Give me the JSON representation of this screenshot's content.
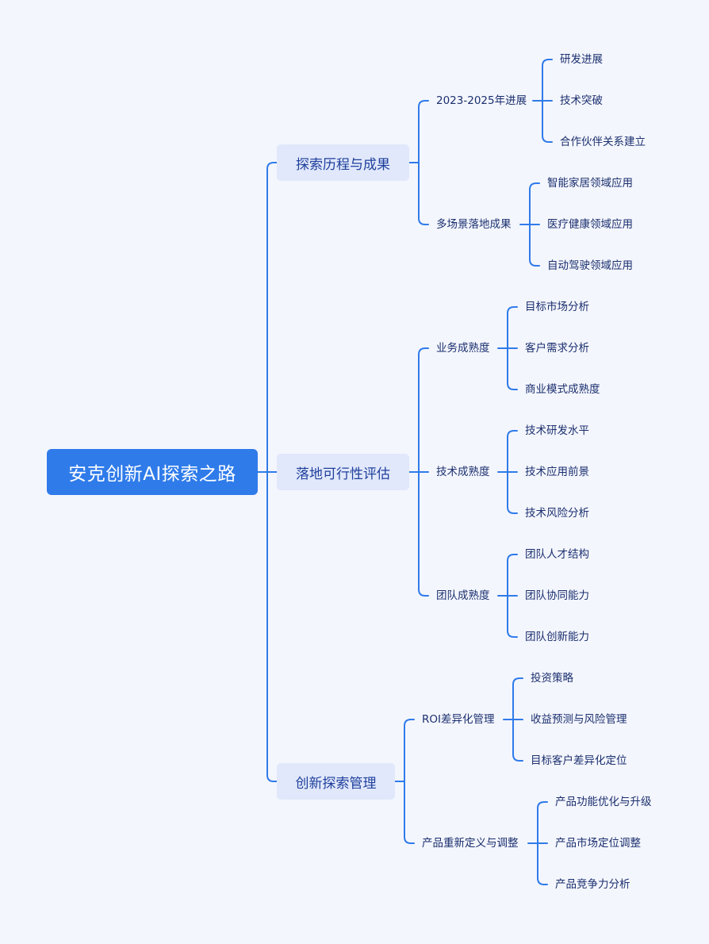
{
  "colors": {
    "background": "#f4f6fd",
    "root_fill": "#2f7bea",
    "branch_fill": "#e1e8fb",
    "connector": "#2f7bea"
  },
  "root": {
    "label": "安克创新AI探索之路"
  },
  "branches": [
    {
      "label": "探索历程与成果",
      "children": [
        {
          "label": "2023-2025年进展",
          "children": [
            "研发进展",
            "技术突破",
            "合作伙伴关系建立"
          ]
        },
        {
          "label": "多场景落地成果",
          "children": [
            "智能家居领域应用",
            "医疗健康领域应用",
            "自动驾驶领域应用"
          ]
        }
      ]
    },
    {
      "label": "落地可行性评估",
      "children": [
        {
          "label": "业务成熟度",
          "children": [
            "目标市场分析",
            "客户需求分析",
            "商业模式成熟度"
          ]
        },
        {
          "label": "技术成熟度",
          "children": [
            "技术研发水平",
            "技术应用前景",
            "技术风险分析"
          ]
        },
        {
          "label": "团队成熟度",
          "children": [
            "团队人才结构",
            "团队协同能力",
            "团队创新能力"
          ]
        }
      ]
    },
    {
      "label": "创新探索管理",
      "children": [
        {
          "label": "ROI差异化管理",
          "children": [
            "投资策略",
            "收益预测与风险管理",
            "目标客户差异化定位"
          ]
        },
        {
          "label": "产品重新定义与调整",
          "children": [
            "产品功能优化与升级",
            "产品市场定位调整",
            "产品竞争力分析"
          ]
        }
      ]
    }
  ]
}
